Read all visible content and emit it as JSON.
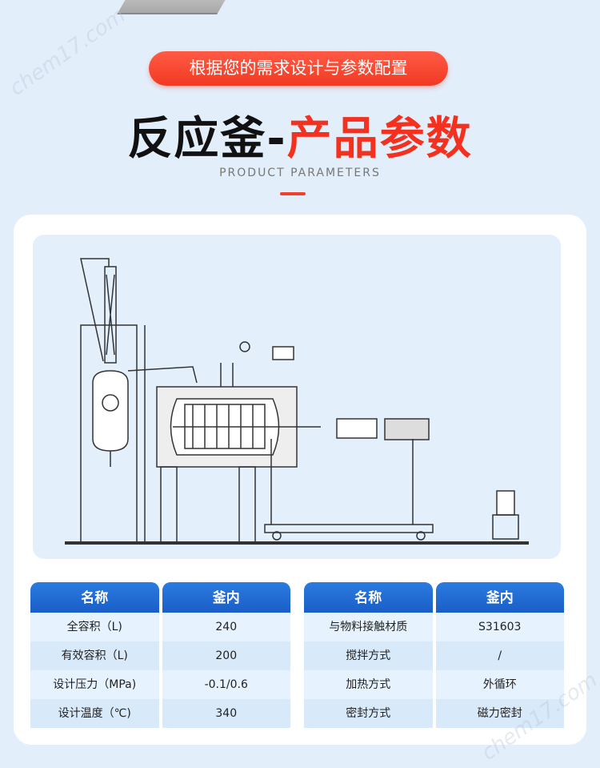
{
  "watermark": "chem17.com",
  "header": {
    "pill": "根据您的需求设计与参数配置",
    "title_black": "反应釜-",
    "title_red": "产品参数",
    "subtitle": "PRODUCT PARAMETERS"
  },
  "colors": {
    "accent_red": "#f4301e",
    "header_blue": "#1f68d4"
  },
  "tables": [
    {
      "headers": [
        "名称",
        "釜内"
      ],
      "rows": [
        [
          "全容积（L)",
          "240"
        ],
        [
          "有效容积（L)",
          "200"
        ],
        [
          "设计压力（MPa)",
          "-0.1/0.6"
        ],
        [
          "设计温度（℃)",
          "340"
        ]
      ]
    },
    {
      "headers": [
        "名称",
        "釜内"
      ],
      "rows": [
        [
          "与物料接触材质",
          "S31603"
        ],
        [
          "搅拌方式",
          "/"
        ],
        [
          "加热方式",
          "外循环"
        ],
        [
          "密封方式",
          "磁力密封"
        ]
      ]
    }
  ]
}
